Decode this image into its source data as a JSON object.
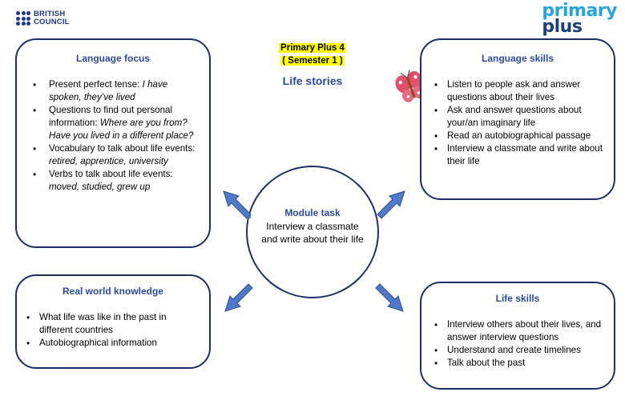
{
  "logos": {
    "british_council": [
      "BRITISH",
      "COUNCIL"
    ],
    "primary_plus": [
      "primary",
      "plus"
    ]
  },
  "header": {
    "course": "Primary Plus 4",
    "semester": "( Semester 1 )",
    "title": "Life stories"
  },
  "language_focus": {
    "heading": "Language focus",
    "items": [
      {
        "plain": "Present perfect tense: ",
        "italic": "I have spoken, they’ve lived"
      },
      {
        "plain": "Questions to find out personal information: ",
        "italic": "Where are you from? Have you lived in a different place?"
      },
      {
        "plain": "Vocabulary to talk about life events: ",
        "italic": "retired, apprentice, university"
      },
      {
        "plain": "Verbs to talk about life events: ",
        "italic": "moved, studied, grew up"
      }
    ]
  },
  "language_skills": {
    "heading": "Language skills",
    "items": [
      "Listen to people ask and answer questions about their lives",
      "Ask and answer questions about your/an imaginary life",
      "Read an autobiographical passage",
      "Interview a classmate and write about their life"
    ]
  },
  "real_world_knowledge": {
    "heading": "Real world knowledge",
    "items": [
      "What life was like in the past in different countries",
      "Autobiographical information"
    ]
  },
  "life_skills": {
    "heading": "Life skills",
    "items": [
      "Interview others about their lives, and answer interview questions",
      "Understand and create timelines",
      "Talk about the past"
    ]
  },
  "module_task": {
    "heading": "Module task",
    "text": "Interview a classmate and write about their life"
  },
  "colors": {
    "heading_blue": "#2b4aa0",
    "border_navy": "#1c2f6b",
    "arrow_blue": "#4f7ac7",
    "highlight": "#ffff00",
    "brand_light": "#29a3dc",
    "brand_dark": "#1d3f7a"
  }
}
